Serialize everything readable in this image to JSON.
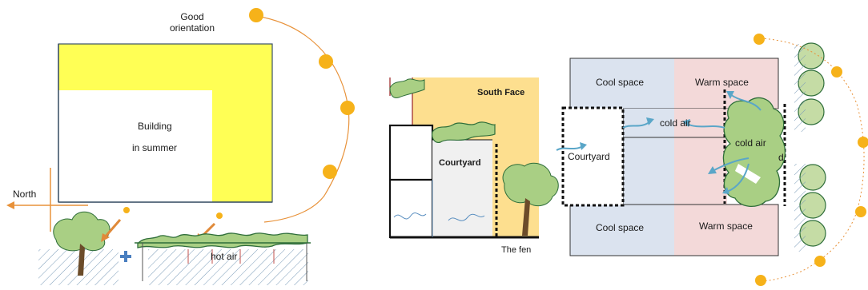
{
  "left_panel": {
    "orientation_label_line1": "Good",
    "orientation_label_line2": "orientation",
    "building_label_line1": "Building",
    "building_label_line2": "in summer",
    "north_label": "North",
    "hot_air_label": "hot air",
    "plus_symbol": "+"
  },
  "middle_panel": {
    "south_face_label": "South Face",
    "courtyard_label": "Courtyard",
    "fence_label": "The fen"
  },
  "right_panel": {
    "courtyard_label": "Courtyard",
    "top_cool_space": "Cool space",
    "top_warm_space": "Warm space",
    "bottom_cool_space": "Cool space",
    "bottom_warm_space": "Warm space",
    "cold_air_label_1": "cold air",
    "cold_air_label_2": "cold air",
    "partial_letter": "d"
  },
  "colors": {
    "sun": "#f6b21a",
    "sun_path": "#e8923a",
    "yellow_wall": "#ffff55",
    "cool_space": "#dbe3ef",
    "warm_space": "#f3d9d9",
    "vegetation": "#a9cf84",
    "vegetation_edge": "#2f6e3a",
    "south_face": "#fddf8f",
    "arrow_blue": "#5aa6c8",
    "orange_arrow": "#e08a3a",
    "hatch": "#7a9bb8"
  }
}
